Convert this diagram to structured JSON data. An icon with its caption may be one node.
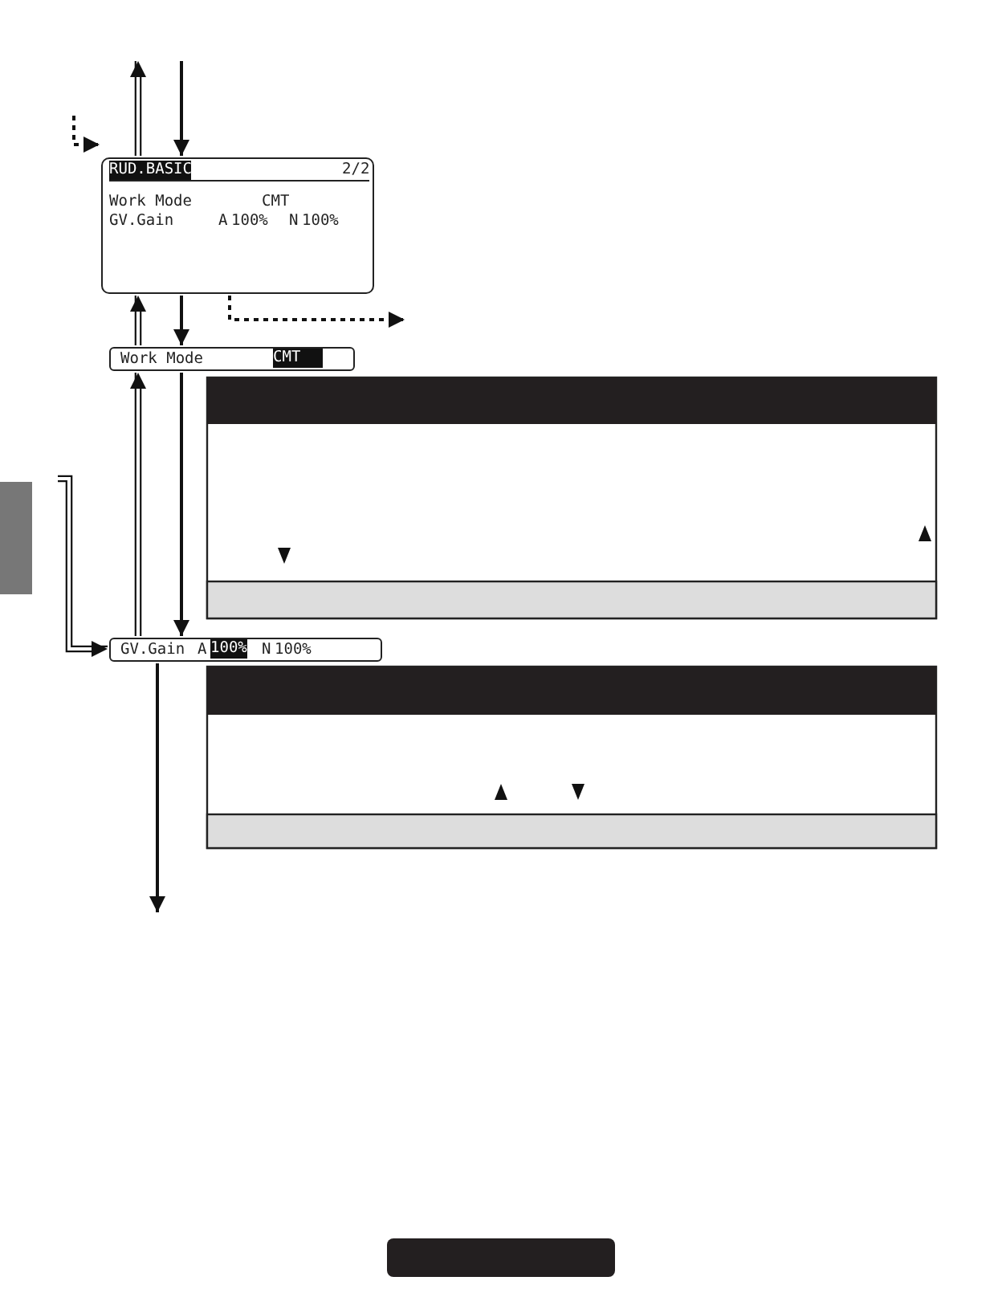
{
  "diagram": {
    "nodes": [
      {
        "text": [
          "RUD.BASIC",
          "2/2",
          "Work Mode",
          "CMT",
          "GV.Gain",
          "A",
          "100%",
          "N",
          "100%"
        ]
      },
      {
        "text": [
          "Work Mode",
          "CMT"
        ]
      },
      {
        "text": [
          "GV.Gain",
          "A",
          "100%",
          "N",
          "100%"
        ]
      }
    ],
    "edges": [
      {
        "from": 0,
        "to": null,
        "arrow": "to"
      },
      {
        "from": null,
        "to": 0,
        "arrow": "to"
      },
      {
        "from": null,
        "to": 0,
        "arrow": "to",
        "style": "dashed"
      },
      {
        "from": 1,
        "to": 0,
        "arrow": "to"
      },
      {
        "from": 0,
        "to": 1,
        "arrow": "to"
      },
      {
        "from": 0,
        "to": null,
        "arrow": "to",
        "style": "dashed"
      },
      {
        "from": 2,
        "to": 1,
        "arrow": "to"
      },
      {
        "from": 1,
        "to": 2,
        "arrow": "to"
      },
      {
        "from": null,
        "to": 2,
        "arrow": "to"
      },
      {
        "from": 2,
        "to": null,
        "arrow": "to"
      }
    ]
  }
}
